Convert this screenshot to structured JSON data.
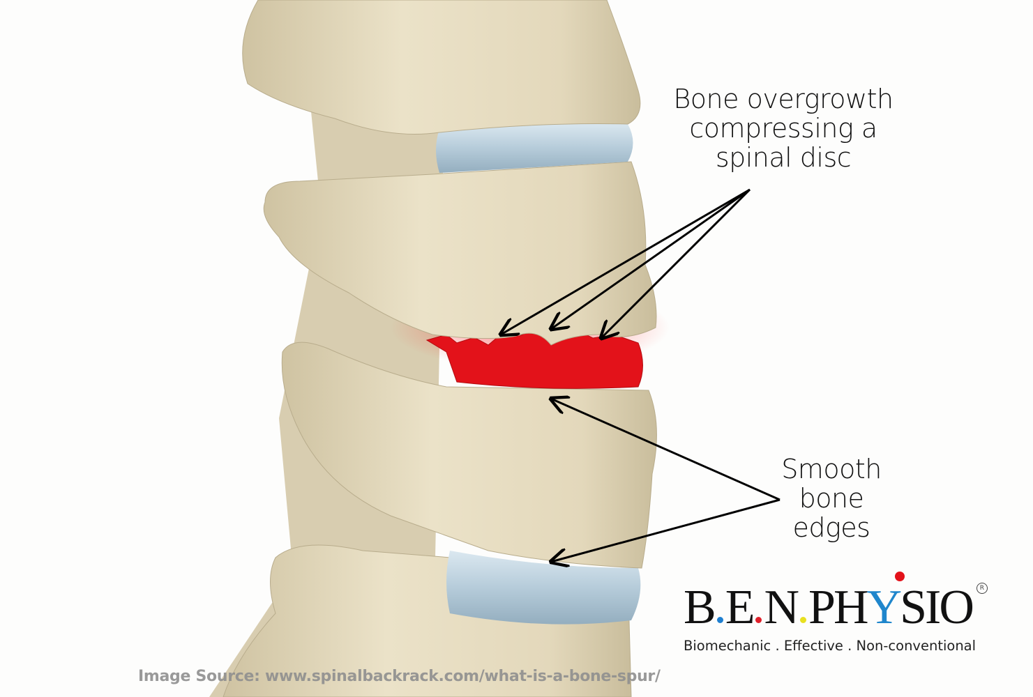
{
  "annotations": {
    "bone_overgrowth": [
      "Bone overgrowth",
      "compressing a",
      "spinal disc"
    ],
    "smooth_edges": [
      "Smooth",
      "bone",
      "edges"
    ]
  },
  "logo": {
    "letters": [
      "B",
      "E",
      "N",
      "PH",
      "Y",
      "SIO"
    ],
    "wordmark": "B.E.N.PHYSIO",
    "tagline": "Biomechanic . Effective . Non-conventional",
    "registered": "R",
    "dot_colors": [
      "#1f7fd0",
      "#e0202a",
      "#e8e020"
    ]
  },
  "source": "Image Source: www.spinalbackrack.com/what-is-a-bone-spur/",
  "colors": {
    "bone": "#e6dcc0",
    "disc": "#b9cfdc",
    "spur": "#e3121a"
  }
}
